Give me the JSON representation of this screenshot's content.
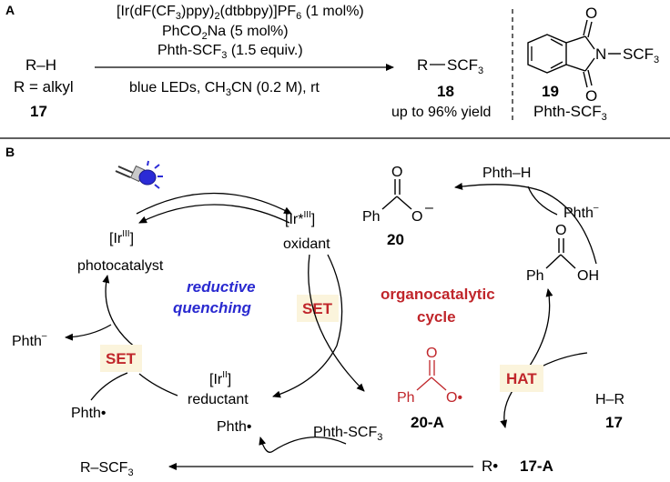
{
  "panel_a": {
    "label": "A",
    "reactant": "R–H",
    "reactant_def": "R = alkyl",
    "reactant_num": "17",
    "cat_pre": "[Ir(dF(CF",
    "cat_sub1": "3",
    "cat_mid": ")ppy)",
    "cat_sub2": "2",
    "cat_post": "(dtbbpy)]PF",
    "cat_sub3": "6",
    "cat_tail": " (1 mol%)",
    "cocat_pre": "PhCO",
    "cocat_sub": "2",
    "cocat_post": "Na (5 mol%)",
    "reagent_pre": "Phth-SCF",
    "reagent_sub": "3",
    "reagent_post": " (1.5 equiv.)",
    "cond_pre": "blue LEDs, CH",
    "cond_sub": "3",
    "cond_post": "CN (0.2 M), rt",
    "product_pre": "R",
    "product_group": "SCF",
    "product_sub": "3",
    "product_num": "18",
    "yield": "up to 96% yield",
    "reagent_struct_n": "N",
    "reagent_struct_o1": "O",
    "reagent_struct_o2": "O",
    "reagent_struct_scf": "SCF",
    "reagent_struct_scf_sub": "3",
    "reagent_num": "19",
    "reagent_name_pre": "Phth-SCF",
    "reagent_name_sub": "3"
  },
  "panel_b": {
    "label": "B",
    "ir3": "[Ir",
    "ir3_sup": "III",
    "ir3_close": "]",
    "photocatalyst": "photocatalyst",
    "ir3star": "[Ir*",
    "ir3star_sup": "III",
    "ir3star_close": "]",
    "oxidant": "oxidant",
    "ir2": "[Ir",
    "ir2_sup": "II",
    "ir2_close": "]",
    "reductant": "reductant",
    "reductive_1": "reductive",
    "reductive_2": "quenching",
    "set_label": "SET",
    "set_label_2": "SET",
    "hat_label": "HAT",
    "organo_1": "organocatalytic",
    "organo_2": "cycle",
    "phth_anion": "Phth",
    "phth_minus": "–",
    "phth_radical": "Phth•",
    "phth_radical_2": "Phth•",
    "phth_h": "Phth–H",
    "phth_anion_2": "Phth",
    "phth_minus_2": "–",
    "benzoate_ph": "Ph",
    "benzoate_o": "O",
    "benzoate_o_minus": "O",
    "benzoate_charge": "–",
    "benzoate_num": "20",
    "acid_ph": "Ph",
    "acid_o": "O",
    "acid_oh": "OH",
    "radical_ph": "Ph",
    "radical_o": "O",
    "radical_o2": "O•",
    "radical_num": "20-A",
    "substrate": "H–R",
    "substrate_num": "17",
    "alkyl_radical": "R•",
    "alkyl_radical_num": "17-A",
    "reagent_pre": "Phth-SCF",
    "reagent_sub": "3",
    "product_pre": "R–SCF",
    "product_sub": "3"
  },
  "colors": {
    "reductive_quenching": "#2a2ad0",
    "organocatalytic": "#c0262b",
    "label_bg": "#fbf4dc",
    "radical": "#c0262b"
  }
}
